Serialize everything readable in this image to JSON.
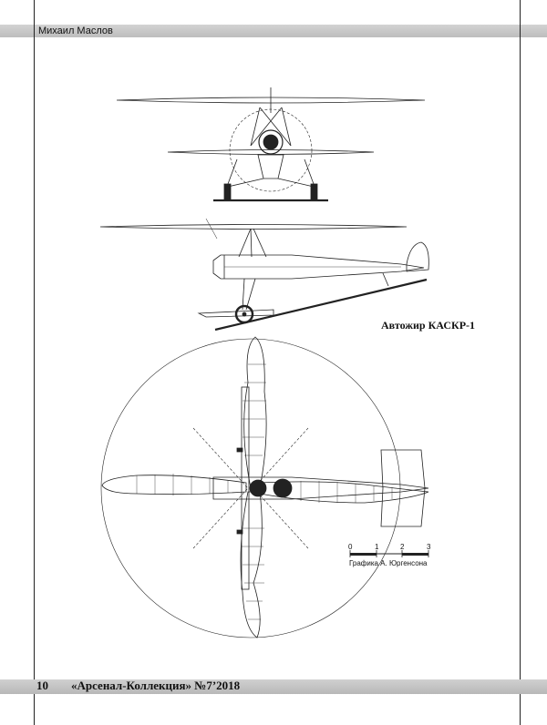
{
  "header": {
    "author": "Михаил Маслов"
  },
  "figure": {
    "caption": "Автожир КАСКР-1",
    "credit": "Графика А. Юргенсона",
    "scale_ticks": [
      "0",
      "1",
      "2",
      "3"
    ]
  },
  "footer": {
    "page_number": "10",
    "publication": "«Арсенал-Коллекция» №7’2018"
  }
}
